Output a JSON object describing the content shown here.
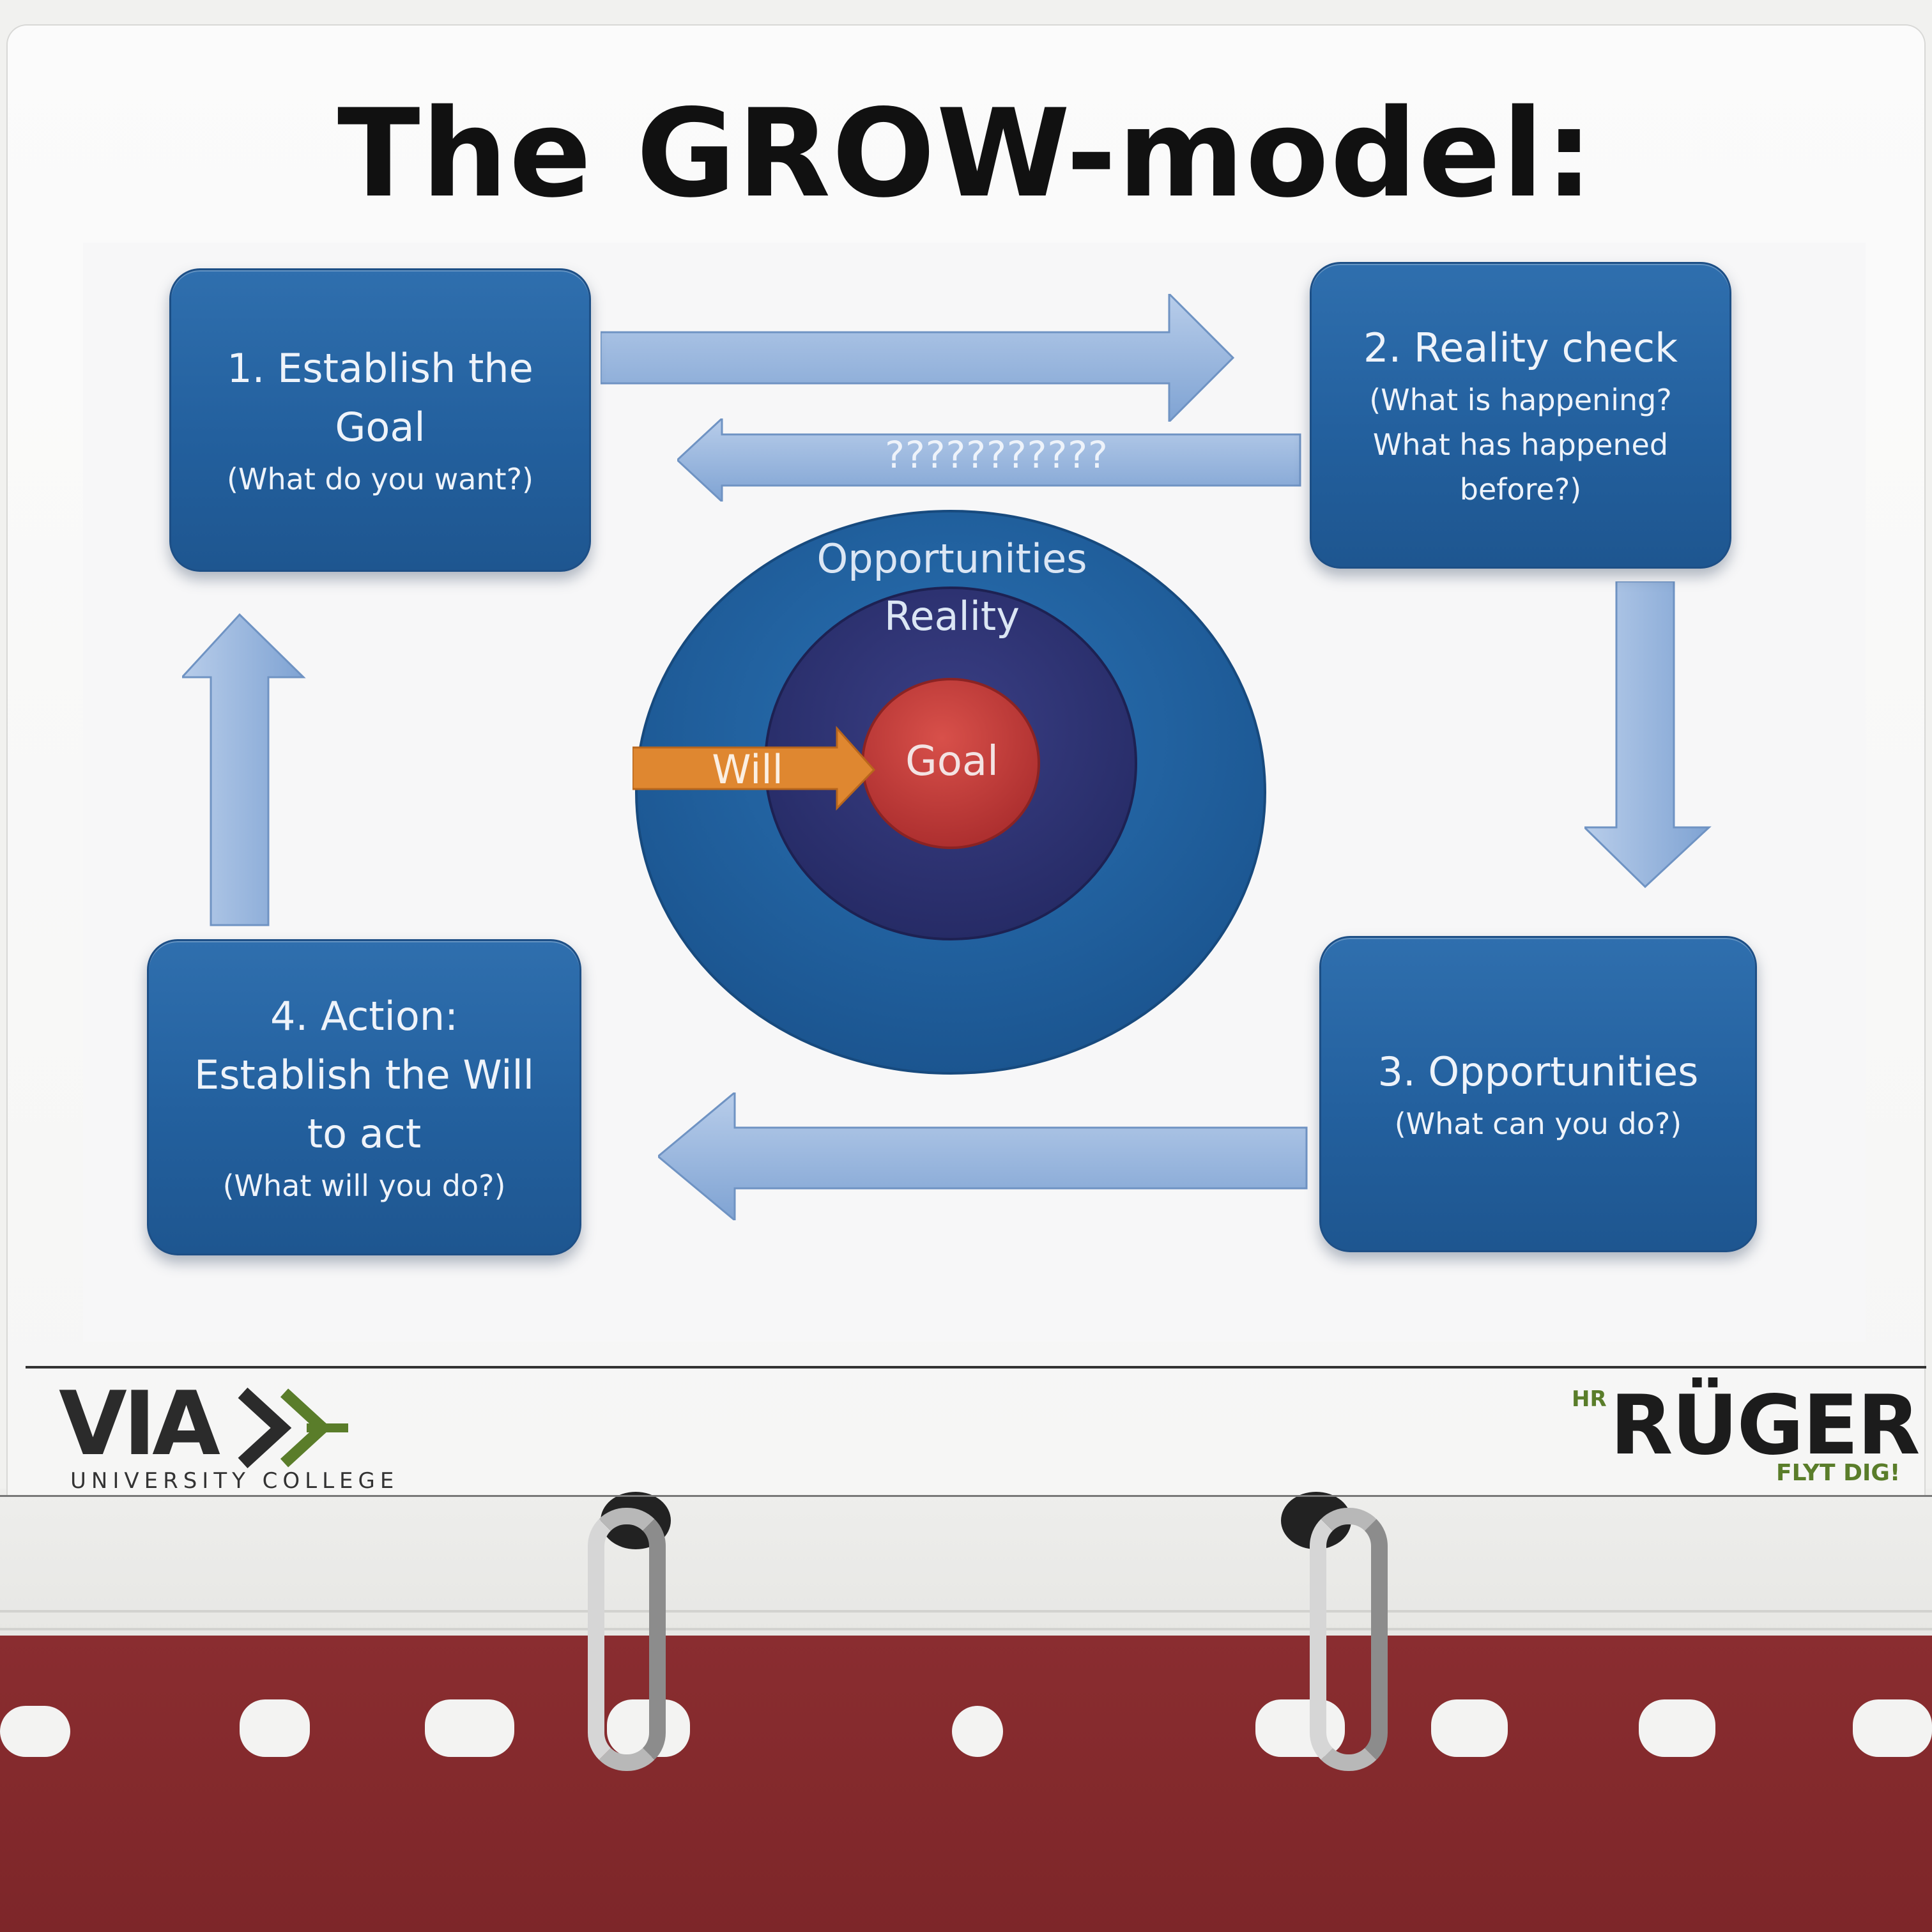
{
  "title": "The GROW-model:",
  "boxes": {
    "goal": {
      "main_lines": [
        "1.   Establish the",
        "Goal"
      ],
      "sub_lines": [
        "(What do you  want?)"
      ]
    },
    "reality": {
      "main_lines": [
        "2. Reality check"
      ],
      "sub_lines": [
        "(What is  happening?",
        "What has  happened",
        "before?)"
      ]
    },
    "opportunities": {
      "main_lines": [
        "3. Opportunities"
      ],
      "sub_lines": [
        "(What can you do?)"
      ]
    },
    "action": {
      "main_lines": [
        "4. Action:",
        "Establish the Will",
        "to act"
      ],
      "sub_lines": [
        "(What will you do?)"
      ]
    }
  },
  "arrows": {
    "back_label": "???????????"
  },
  "center": {
    "outer_label": "Opportunities",
    "middle_label": "Reality",
    "inner_label": "Goal",
    "will_label": "Will"
  },
  "footer": {
    "left_logo_main": "VIA",
    "left_logo_sub": "UNIVERSITY COLLEGE",
    "right_logo_prefix": "HR",
    "right_logo_main": "RÜGER",
    "right_logo_tagline": "FLYT DIG!"
  },
  "colors": {
    "box_blue": "#2a67a6",
    "arrow_blue": "#8aaedb",
    "outer_circle": "#1f5e9c",
    "middle_circle": "#2d3574",
    "inner_circle": "#c23b3a",
    "will_arrow": "#e0862a",
    "divider_red": "#8a2d30",
    "via_green": "#5a7d2a"
  }
}
